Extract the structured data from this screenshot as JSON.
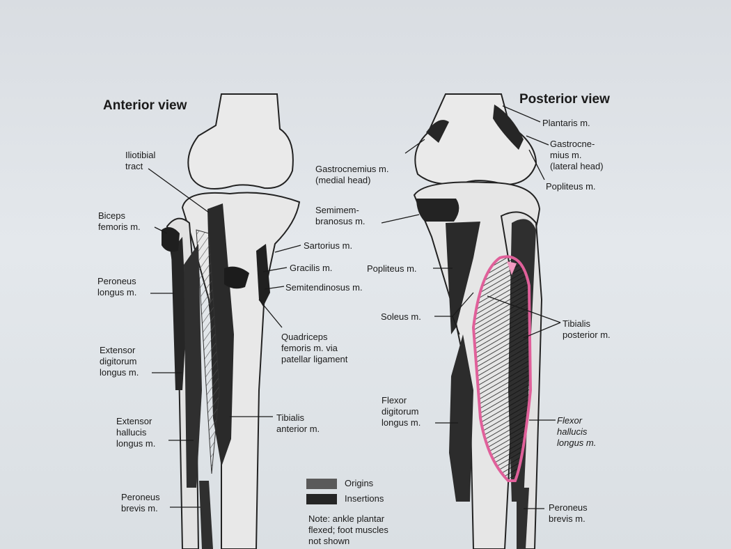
{
  "anterior": {
    "heading": "Anterior view",
    "labels": {
      "iliotibial": "Iliotibial\ntract",
      "biceps": "Biceps\nfemoris m.",
      "sartorius": "Sartorius m.",
      "gracilis": "Gracilis m.",
      "semitendinosus": "Semitendinosus m.",
      "peroneus_longus": "Peroneus\nlongus m.",
      "quadriceps": "Quadriceps\nfemoris m. via\npatellar ligament",
      "ext_digitorum": "Extensor\ndigitorum\nlongus m.",
      "ext_hallucis": "Extensor\nhallucis\nlongus m.",
      "tibialis_anterior": "Tibialis\nanterior m.",
      "peroneus_brevis": "Peroneus\nbrevis m."
    }
  },
  "posterior": {
    "heading": "Posterior view",
    "labels": {
      "plantaris": "Plantaris m.",
      "gastroc_lateral": "Gastrocne-\nmius m.\n(lateral head)",
      "gastroc_medial": "Gastrocnemius m.\n(medial head)",
      "popliteus_top": "Popliteus m.",
      "semimembranosus": "Semimem-\nbranosus m.",
      "popliteus_mid": "Popliteus m.",
      "soleus": "Soleus m.",
      "tibialis_posterior": "Tibialis\nposterior m.",
      "flexor_digitorum": "Flexor\ndigitorum\nlongus m.",
      "flexor_hallucis": "Flexor\nhallucis\nlongus m.",
      "peroneus_brevis": "Peroneus\nbrevis m."
    }
  },
  "legend": {
    "origins": "Origins",
    "insertions": "Insertions",
    "note": "Note: ankle plantar\nflexed; foot muscles\nnot shown",
    "origin_color": "#5a5a5a",
    "insertion_color": "#262626"
  },
  "colors": {
    "bone": "#ececec",
    "muscle": "#2f2f2f",
    "highlight": "#e0609a"
  }
}
